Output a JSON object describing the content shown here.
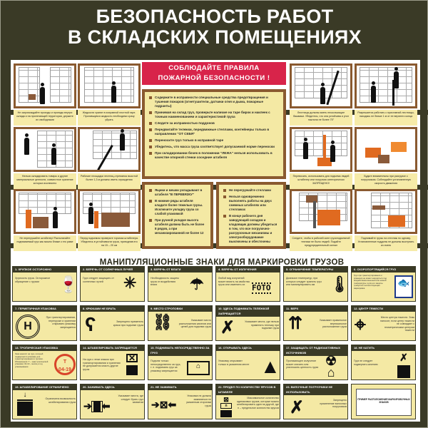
{
  "poster": {
    "title_line1": "БЕЗОПАСНОСТЬ РАБОТ",
    "title_line2": "В СКЛАДСКИХ ПОМЕЩЕНИЯХ",
    "colors": {
      "background": "#3a3a26",
      "frame": "#8a5a30",
      "caption": "#f6eba8",
      "alert": "#d8244a",
      "forklift": "#e06a20"
    }
  },
  "pictures": [
    {
      "caption": "Не загромождайте проходы и проезды внутри склада и на прилегающей территории, держите их свободными"
    },
    {
      "caption": "Жидкости хранят в исправной плотной таре. Пролившуюся жидкость необходимо сразу убрать"
    },
    {
      "caption": "Нельзя складировать товары и другие материальные ценности, совместное хранение которых исключено"
    },
    {
      "caption": "Рабочие площадки лестниц-стремянок высотой более 1,3 м должны иметь ограждения"
    },
    {
      "caption": "Не перегружайте штабелер! Располагайте поднимаемый груз как можно ближе к его раме"
    },
    {
      "caption": "Перед подъемом проверьте тормоза штабелера. Убедитесь в устойчивости груза, приподняв его на 15 – 20 см"
    },
    {
      "caption": "Лестницы должны иметь нескользящие башмаки. Убедитесь, что она устойчива и угол наклона не более 75°"
    },
    {
      "caption": "Разрешается работать с приставной лестницы, находясь не ближе 1 м от ее верхнего конца"
    },
    {
      "caption": "Перевозить, использовать для подъема людей штабелер или погрузчик категорически ЗАПРЕЩЕНО!"
    },
    {
      "caption": "Будьте внимательны при разгрузке с погрузчиком. Соблюдайте установленную скорость движения"
    },
    {
      "caption": "Следите, чтобы в рабочей зоне грузоподъемной техники не было людей. Подайте предупредительный сигнал"
    },
    {
      "caption": "Поднимайте грузы на стеллаж по одному. Установленные поддоны не должны выступать из ячеек"
    }
  ],
  "fire_banner": {
    "line1": "СОБЛЮДАЙТЕ ПРАВИЛА",
    "line2": "ПОЖАРНОЙ БЕЗОПАСНОСТИ !"
  },
  "rules_main": [
    "Содержите в исправности специальные средства предотвращения и тушения пожаров (огнетушители, датчики огня и дыма, пожарные гидранты)",
    "Принимая на склад груз, проверьте наличие на таре бирок и наклеек с точным наименованием и характеристикой груза",
    "Следите за исправностью поддонов",
    "Передвигайте тележки, передвижные стеллажи, контейнеры только в направлении \"ОТ СЕБЯ\"",
    "Переносите груз только в исправной таре",
    "Убедитесь, что масса груза соответствует допускаемой норме переноски",
    "При складировании бочек в положении \"ЛЕЖА\" нельзя использовать в качестве опорной стенки соседние штабеля"
  ],
  "rules_left": [
    "Ящики и мешки укладывают в штабеля \"В ПЕРЕВЯЗКУ\"",
    "В нижние ряды штабеля кладите более тяжелые грузы. Исключите укладку груза со слабой упаковкой",
    "При ручной укладке высота штабеля должна быть не более 8 рядов, а при механизированной не более 12"
  ],
  "rules_right": [
    "Не перегружайте стеллажи",
    "Нельзя одновременно выполнять работы на двух смежных штабелях или стеллажах",
    "В конце рабочего дня заведующий складом и кладовщик должны убедиться в том, что все погрузочно-разгрузочные механизмы и электрооборудование выключены и обесточены"
  ],
  "signs_title": "МАНИПУЛЯЦИОННЫЕ ЗНАКИ ДЛЯ МАРКИРОВКИ ГРУЗОВ",
  "signs": [
    {
      "title": "1. ХРУПКОЕ ОСТОРОЖНО",
      "text": "Хрупкость груза. Осторожное обращение с грузом",
      "icon": "glass-icon"
    },
    {
      "title": "2. БЕРЕЧЬ ОТ СОЛНЕЧНЫХ ЛУЧЕЙ",
      "text": "Груз следует защищать от солнечных лучей",
      "icon": "sun-icon"
    },
    {
      "title": "3. БЕРЕЧЬ ОТ ВЛАГИ",
      "text": "Необходимость защиты груза от воздействия влаги",
      "icon": "umbrella-icon"
    },
    {
      "title": "4. БЕРЕЧЬ ОТ ИЗЛУЧЕНИЯ",
      "text": "Любой вид излучений может влиять на свойства груза или изменить их",
      "icon": "foto-icon",
      "icon_text": "FOTO"
    },
    {
      "title": "5. ОГРАНИЧЕНИЕ ТЕМПЕРАТУРЫ",
      "text": "Диапазон температур, при которых следует хранить груз или манипулировать им",
      "icon": "thermometer-icon"
    },
    {
      "title": "6. СКОРОПОРТЯЩИЙСЯ ГРУЗ",
      "text": "Груз при транспортировании и хранении не может находиться под воздействием внешней или низкой температуры и для его защиты требуется соответствующая маркировка",
      "icon": "perishable-icon"
    },
    {
      "title": "7. ГЕРМЕТИЧНАЯ УПАКОВКА",
      "text": "При транспортировании, перегрузке и хранении открывать упаковку запрещается",
      "icon": "sealed-package-icon"
    },
    {
      "title": "8. КРЮКАМИ НЕ БРАТЬ",
      "text": "Запрещено применять крюки при подъеме груза",
      "icon": "no-hooks-icon"
    },
    {
      "title": "9. МЕСТО СТРОПОВКИ",
      "text": "Указывает место расположения канатов или цепей для подъема груза",
      "icon": "chain-icon"
    },
    {
      "title": "10. ЗДЕСЬ ПОДНИМАТЬ ТЕЛЕЖКОЙ ЗАПРЕЩАЕТСЯ",
      "text": "Указывает места, где нельзя применять тележку при подъеме груза",
      "icon": "no-trolley-icon"
    },
    {
      "title": "11. ВЕРХ",
      "text": "Указывает правильное вертикальное расположение груза",
      "icon": "this-way-up-icon"
    },
    {
      "title": "12. ЦЕНТР ТЯЖЕСТИ",
      "text": "Место центра тяжести. Знак наносят, если центр тяжести не совпадает с геометрическим центром тяжести",
      "icon": "center-of-gravity-icon"
    },
    {
      "title": "13. ТРОПИЧЕСКАЯ УПАКОВКА",
      "text": "Знак наносят на груз, который подвергается упаковке для транспортирования в тропики. Обозначения: Т – знак тропической упаковки; 04-19 – месяц и год упаковывания",
      "icon": "tropical-pack-icon",
      "icon_text": "04-19"
    },
    {
      "title": "14. ШТАБЕЛИРОВАТЬ ЗАПРЕЩАЕТСЯ",
      "text": "На груз с этим знаком при транспортировании и хранении не допускается класть другие грузы",
      "icon": "no-stacking-icon"
    },
    {
      "title": "15. ПОДНИМАТЬ НЕПОСРЕДСТВЕННО ЗА ГРУЗ",
      "text": "Подъем только непосредственно за груз, т. е. поднимать груз за упаковку запрещается",
      "icon": "lift-directly-icon"
    },
    {
      "title": "16. ОТКРЫВАТЬ ЗДЕСЬ",
      "text": "Упаковку открывают только в указанном месте",
      "icon": "open-here-icon"
    },
    {
      "title": "17. ЗАЩИЩАТЬ ОТ РАДИОАКТИВНЫХ ИСТОЧНИКОВ",
      "text": "Проникающее излучение может снизить или уничтожить ценность груза",
      "icon": "radiation-icon"
    },
    {
      "title": "18. НЕ КАТИТЬ",
      "text": "Груз не следует подвергать качению",
      "icon": "do-not-roll-icon"
    },
    {
      "title": "19. ШТАБЕЛИРОВАНИЕ ОГРАНИЧЕНО",
      "text": "Ограничена возможность штабелирования груза",
      "icon": "stacking-limit-icon"
    },
    {
      "title": "20. ЗАЖИМАТЬ ЗДЕСЬ",
      "text": "Указывает места, где следует брать груз захватом",
      "icon": "clamp-here-icon"
    },
    {
      "title": "21. НЕ ЗАЖИМАТЬ",
      "text": "Упаковка не должна зажиматься по указанным сторонам груза",
      "icon": "do-not-clamp-icon"
    },
    {
      "title": "22. ПРЕДЕЛ ПО КОЛИЧЕСТВУ ЯРУСОВ В ШТАБЕЛЕ",
      "text": "Максимальное количество одинаковых грузов, которые можно штабелировать один на другой, где n – предельное количество ярусов",
      "icon": "tier-limit-icon"
    },
    {
      "title": "23. ВИЛОЧНЫЕ ПОГРУЗЧИКИ НЕ ИСПОЛЬЗОВАТЬ",
      "text": "Запрещено применение вилочных погрузчиков",
      "icon": "no-forklift-icon"
    },
    {
      "title": "",
      "text": "ПРИМЕР РАСПОЛОЖЕНИЯ МАРКИРОВОЧНЫХ ЗНАКОВ",
      "icon": "marking-example-icon"
    }
  ]
}
